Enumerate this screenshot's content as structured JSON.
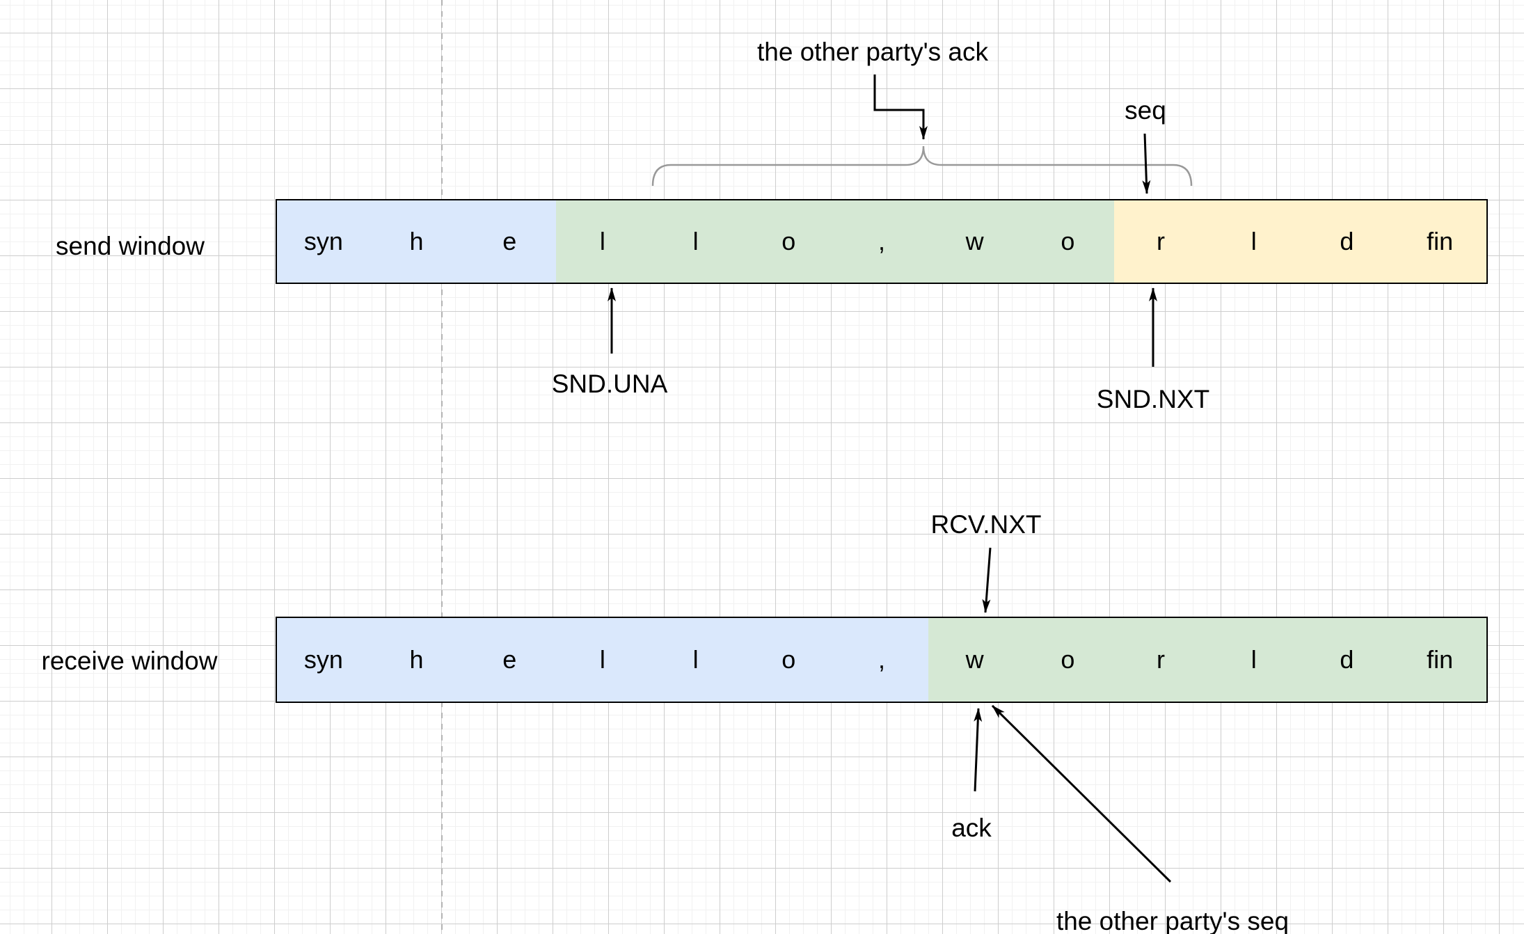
{
  "labels": {
    "other_ack": "the other party's ack",
    "seq": "seq",
    "send_window": "send window",
    "snd_una": "SND.UNA",
    "snd_nxt": "SND.NXT",
    "rcv_nxt": "RCV.NXT",
    "receive_window": "receive window",
    "ack": "ack",
    "other_seq": "the other party's seq"
  },
  "colors": {
    "blue": "#dae8fc",
    "green": "#d5e8d4",
    "yellow": "#fff2cc",
    "border": "#000000",
    "brace": "#999999",
    "dashed_guide": "#b3b3b3",
    "grid_minor": "#f1f1f1",
    "grid_major": "#cdcdcd"
  },
  "windows": [
    {
      "id": "send",
      "label": "send window",
      "cells": [
        {
          "ch": "syn",
          "color": "blue"
        },
        {
          "ch": "h",
          "color": "blue"
        },
        {
          "ch": "e",
          "color": "blue"
        },
        {
          "ch": "l",
          "color": "green"
        },
        {
          "ch": "l",
          "color": "green"
        },
        {
          "ch": "o",
          "color": "green"
        },
        {
          "ch": ",",
          "color": "green"
        },
        {
          "ch": "w",
          "color": "green"
        },
        {
          "ch": "o",
          "color": "green"
        },
        {
          "ch": "r",
          "color": "yellow"
        },
        {
          "ch": "l",
          "color": "yellow"
        },
        {
          "ch": "d",
          "color": "yellow"
        },
        {
          "ch": "fin",
          "color": "yellow"
        }
      ]
    },
    {
      "id": "receive",
      "label": "receive window",
      "cells": [
        {
          "ch": "syn",
          "color": "blue"
        },
        {
          "ch": "h",
          "color": "blue"
        },
        {
          "ch": "e",
          "color": "blue"
        },
        {
          "ch": "l",
          "color": "blue"
        },
        {
          "ch": "l",
          "color": "blue"
        },
        {
          "ch": "o",
          "color": "blue"
        },
        {
          "ch": ",",
          "color": "blue"
        },
        {
          "ch": "w",
          "color": "green"
        },
        {
          "ch": "o",
          "color": "green"
        },
        {
          "ch": "r",
          "color": "green"
        },
        {
          "ch": "l",
          "color": "green"
        },
        {
          "ch": "d",
          "color": "green"
        },
        {
          "ch": "fin",
          "color": "green"
        }
      ]
    }
  ]
}
